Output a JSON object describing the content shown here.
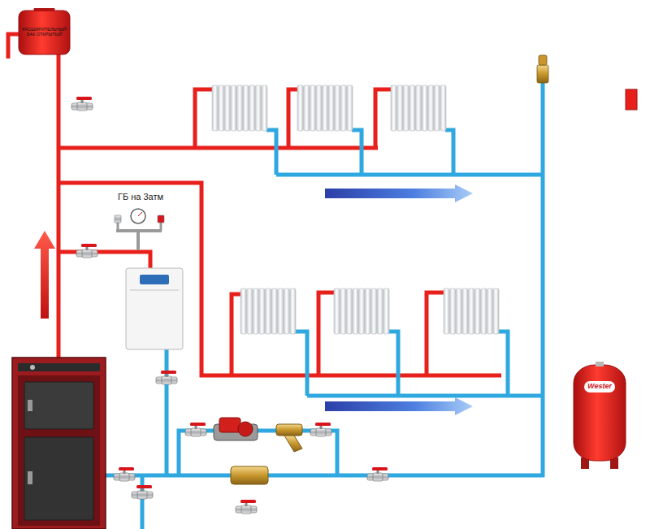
{
  "diagram": {
    "nodes": [
      {
        "text": [
          "РАСШИРИТЕЛЬНЫЙ БАК ОТКРЫТЫЙ"
        ]
      },
      {
        "text": [
          "Wester"
        ]
      }
    ],
    "labels": [
      "ГБ на 3атм"
    ]
  }
}
